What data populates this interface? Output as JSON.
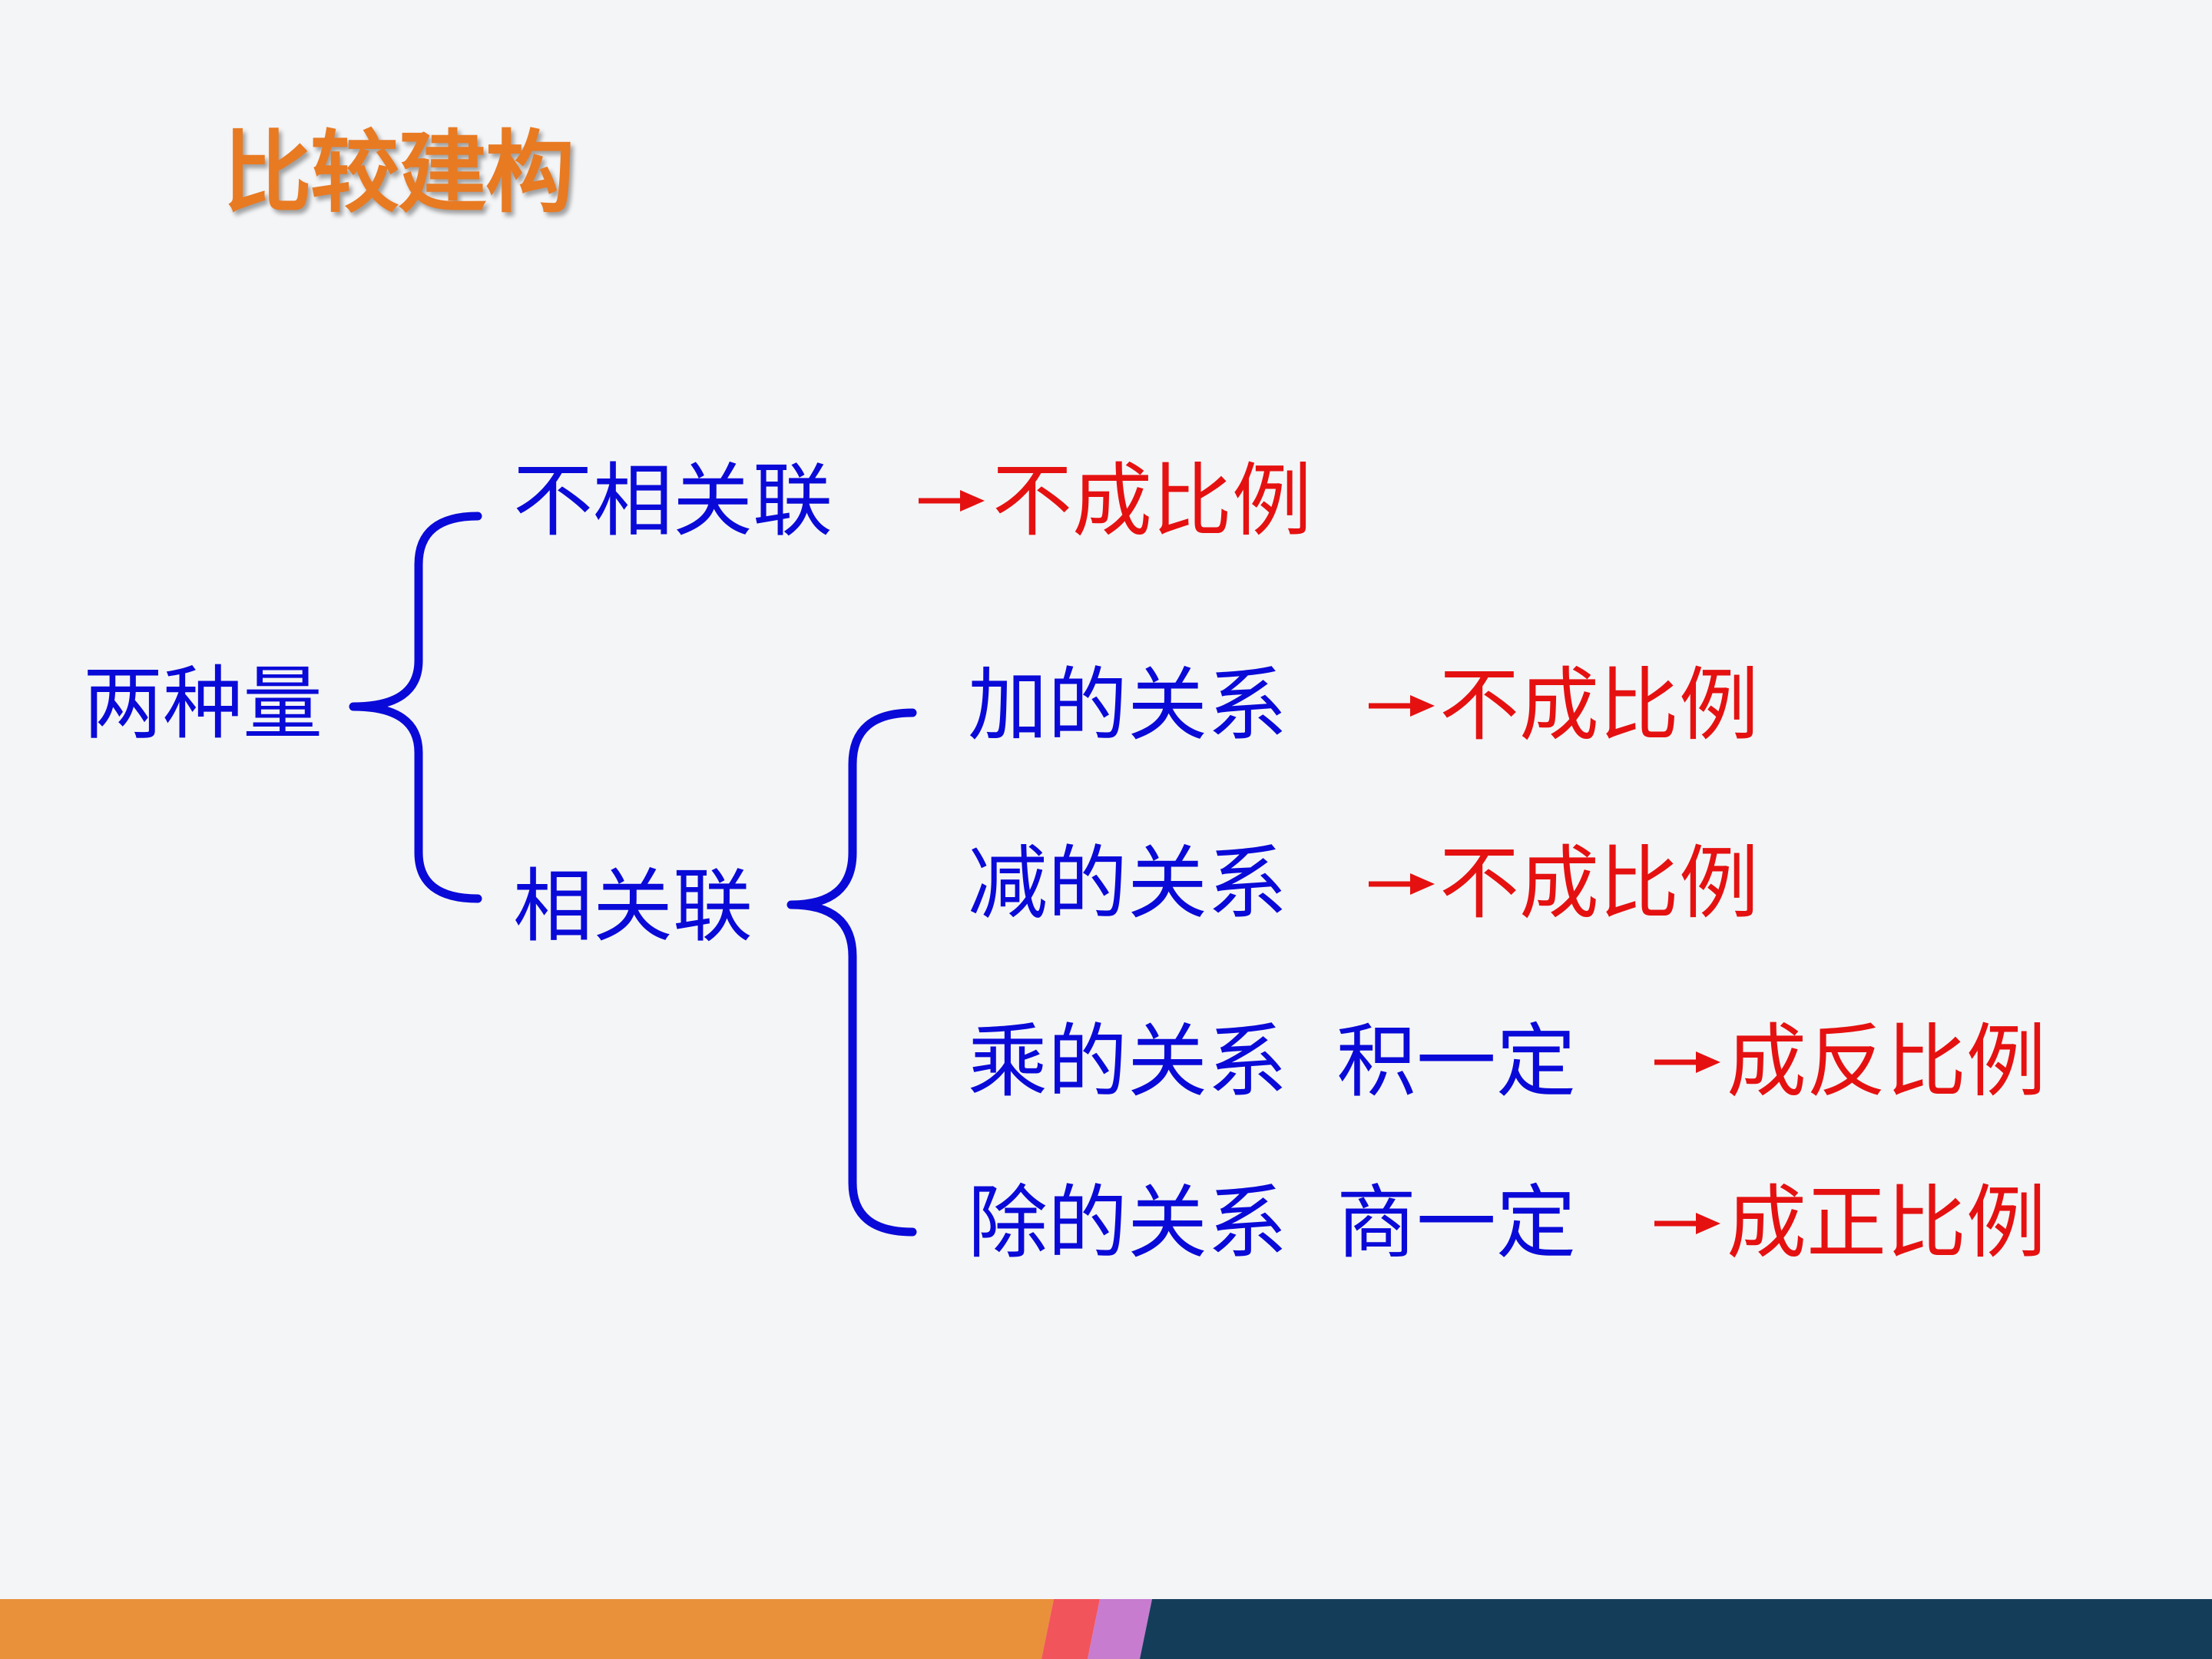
{
  "title": "比较建构",
  "root": "两种量",
  "branch_unrelated": {
    "label": "不相关联",
    "result": "不成比例"
  },
  "branch_related": {
    "label": "相关联",
    "relations": [
      {
        "label": "加的关系",
        "condition": "",
        "result": "不成比例"
      },
      {
        "label": "减的关系",
        "condition": "",
        "result": "不成比例"
      },
      {
        "label": "乘的关系",
        "condition": "积一定",
        "result": "成反比例"
      },
      {
        "label": "除的关系",
        "condition": "商一定",
        "result": "成正比例"
      }
    ]
  },
  "colors": {
    "title": "#e87a22",
    "node_text": "#0a0ad8",
    "result_text": "#e51111",
    "brace": "#0a0ad8",
    "footer_orange": "#e8913a",
    "footer_red": "#f2545b",
    "footer_purple": "#c77ccf",
    "footer_navy": "#143d5a"
  },
  "icons": {
    "arrow": "right-arrow-icon",
    "brace": "left-curly-brace"
  }
}
